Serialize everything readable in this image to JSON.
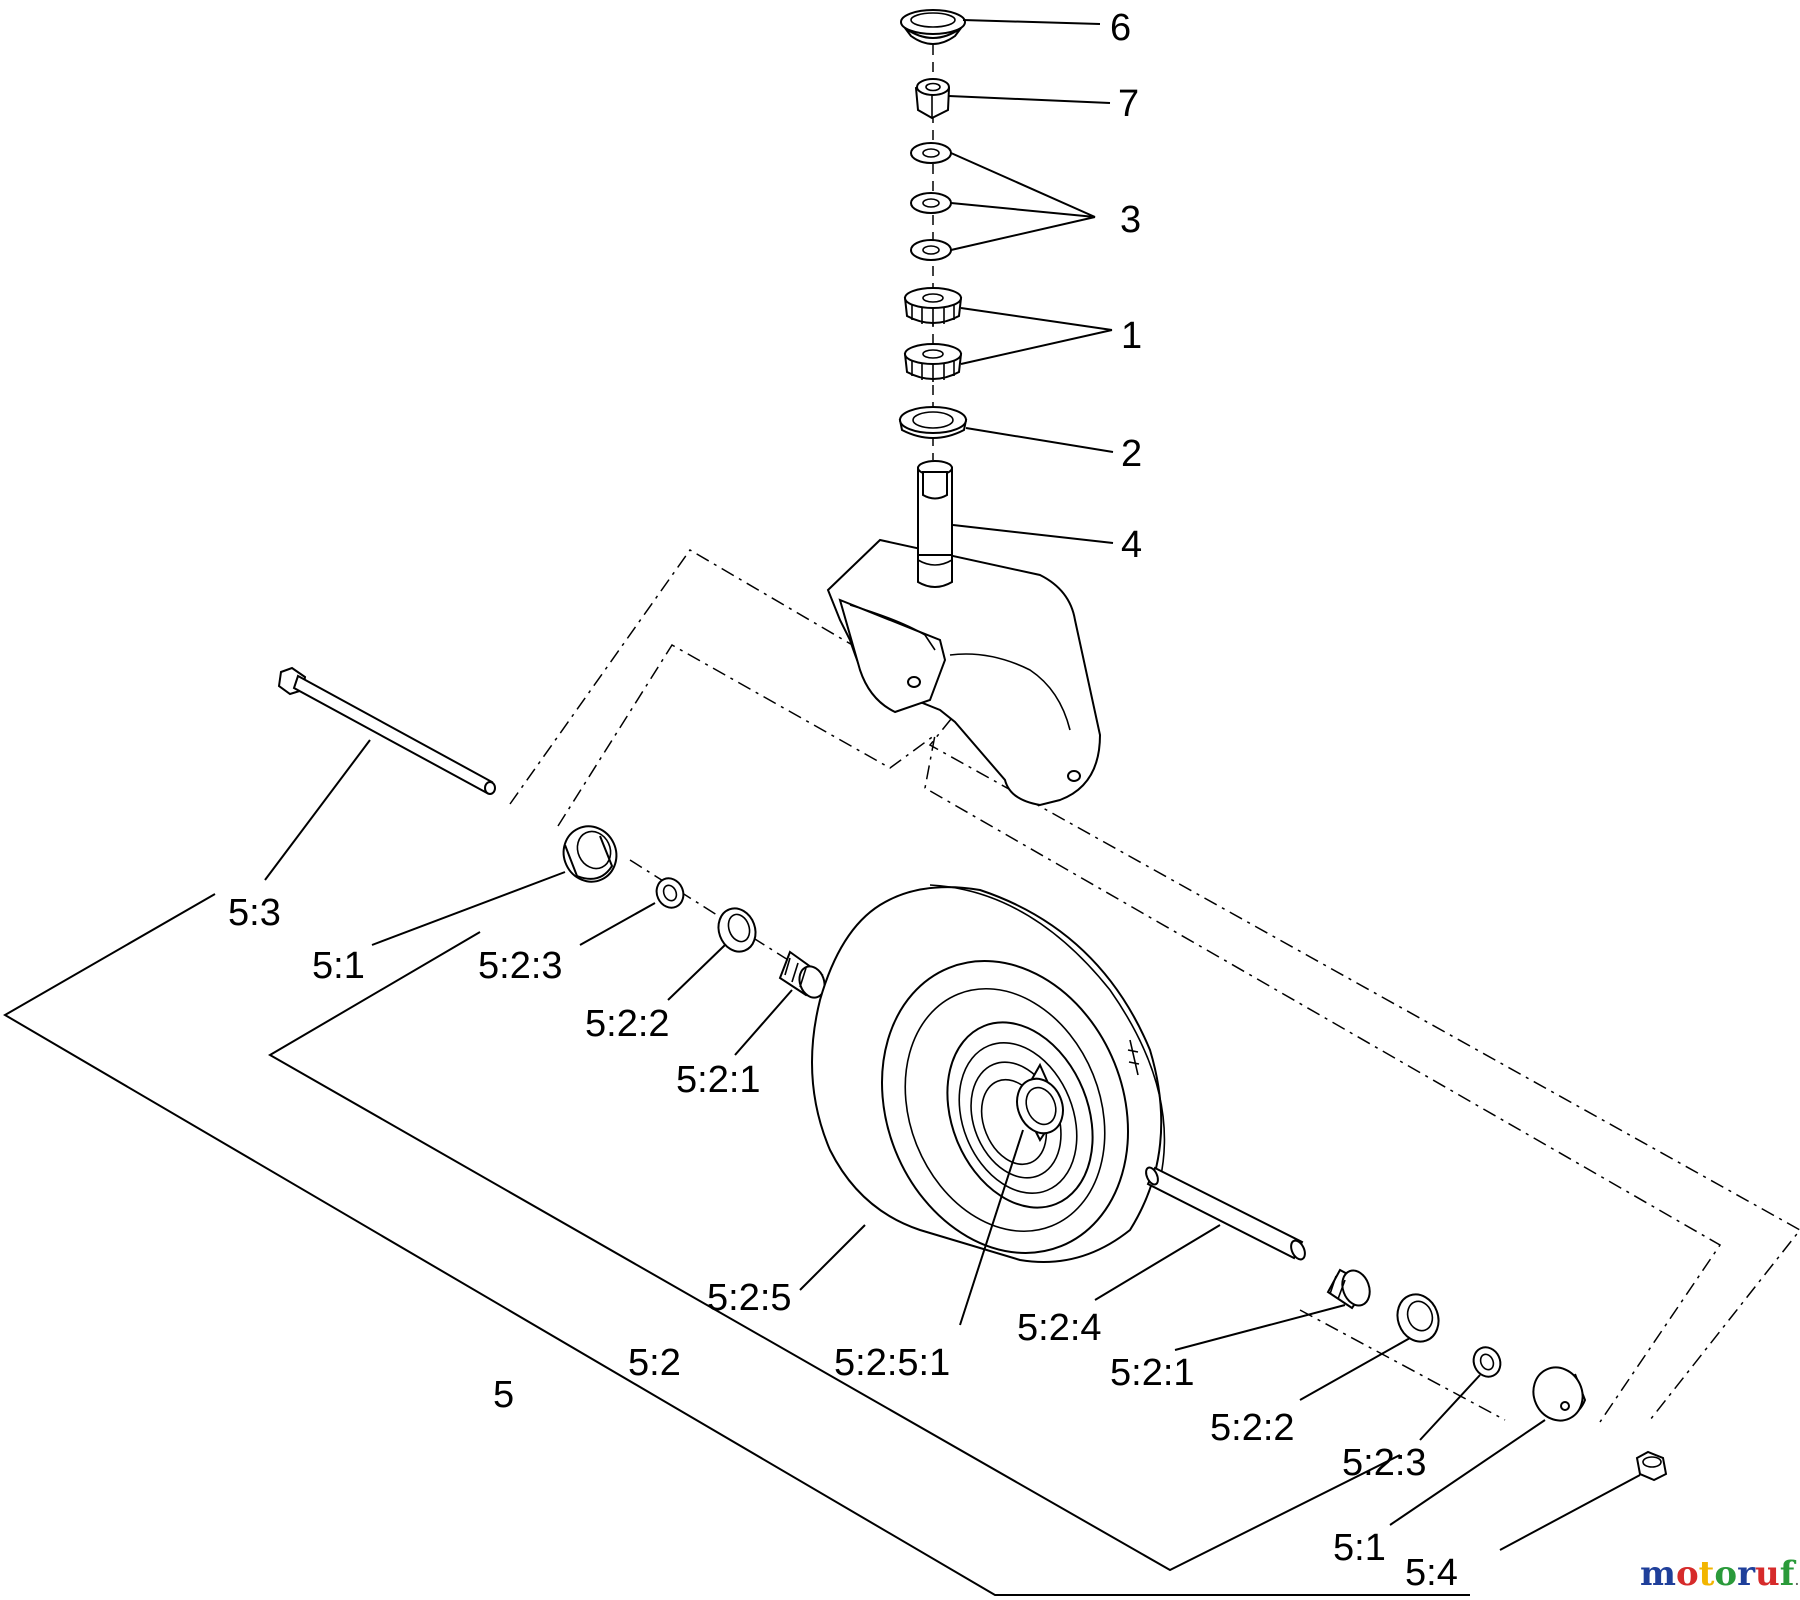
{
  "callouts": {
    "c6": "6",
    "c7": "7",
    "c3": "3",
    "c1": "1",
    "c2": "2",
    "c4": "4",
    "c5_3": "5:3",
    "c5_1_left": "5:1",
    "c5_2_3_left": "5:2:3",
    "c5_2_2_left": "5:2:2",
    "c5_2_1_left": "5:2:1",
    "c5_2_5": "5:2:5",
    "c5_2": "5:2",
    "c5": "5",
    "c5_2_5_1": "5:2:5:1",
    "c5_2_4": "5:2:4",
    "c5_2_1_right": "5:2:1",
    "c5_2_2_right": "5:2:2",
    "c5_2_3_right": "5:2:3",
    "c5_1_right": "5:1",
    "c5_4": "5:4"
  },
  "watermark": {
    "text_main": "motoruf",
    "text_suffix": ".de",
    "colors": [
      "#1f3f9a",
      "#d62b2b",
      "#f2b500",
      "#2a9a3a",
      "#1f3f9a",
      "#d62b2b",
      "#2a9a3a"
    ]
  }
}
